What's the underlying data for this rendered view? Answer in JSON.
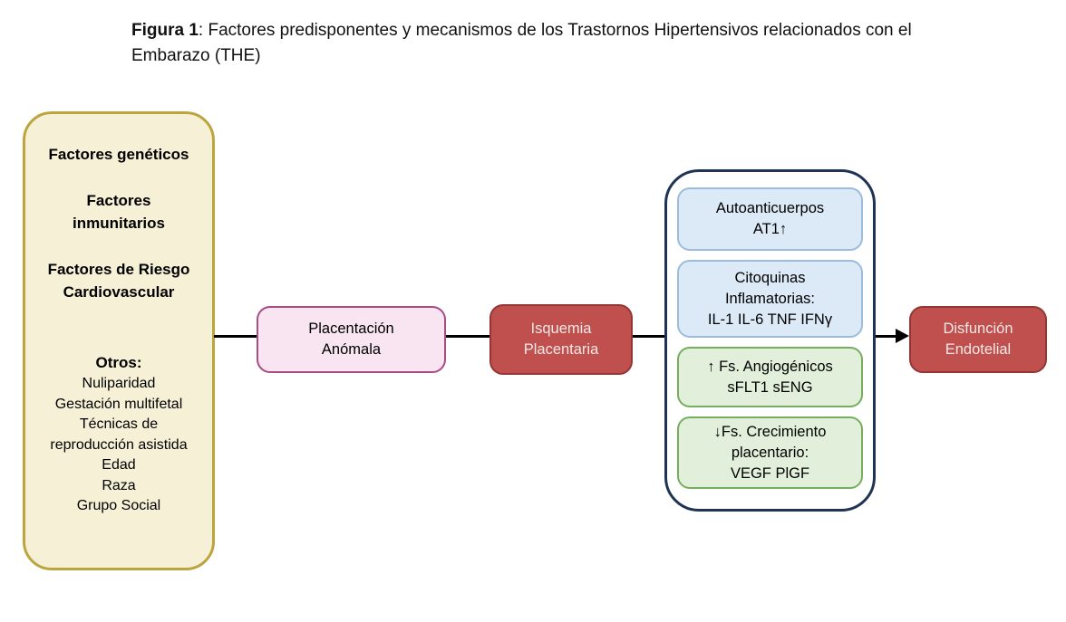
{
  "figure": {
    "title_bold": "Figura 1",
    "title_rest": ": Factores predisponentes y mecanismos de los Trastornos Hipertensivos relacionados con el Embarazo (THE)"
  },
  "left_panel": {
    "bold_items": [
      "Factores genéticos",
      "Factores\ninmunitarios",
      "Factores de Riesgo\nCardiovascular"
    ],
    "otros_title": "Otros:",
    "otros_items": [
      "Nuliparidad",
      "Gestación multifetal",
      "Técnicas de\nreproducción asistida",
      "Edad",
      "Raza",
      "Grupo Social"
    ]
  },
  "flow_boxes": {
    "placentacion": "Placentación\nAnómala",
    "isquemia": "Isquemia\nPlacentaria",
    "disfuncion": "Disfunción\nEndotelial"
  },
  "mediators": [
    {
      "text": "Autoanticuerpos\nAT1↑",
      "type": "blue"
    },
    {
      "text": "Citoquinas\nInflamatorias:\nIL-1 IL-6 TNF IFNγ",
      "type": "blue"
    },
    {
      "text": "↑ Fs. Angiogénicos\nsFLT1 sENG",
      "type": "green"
    },
    {
      "text": "↓Fs. Crecimiento\nplacentario:\nVEGF PlGF",
      "type": "green"
    }
  ],
  "colors": {
    "left_panel_fill": "#F6F0D6",
    "left_panel_border": "#BCA53F",
    "pink_fill": "#F9E5F1",
    "pink_border": "#A64D84",
    "red_fill": "#C0504D",
    "red_border": "#943634",
    "red_text": "#F2E8E7",
    "blue_fill": "#DCE9F6",
    "blue_border": "#9CBCDD",
    "green_fill": "#E2F0DB",
    "green_border": "#77AD5E",
    "container_border": "#1F3455",
    "connector": "#000000"
  }
}
